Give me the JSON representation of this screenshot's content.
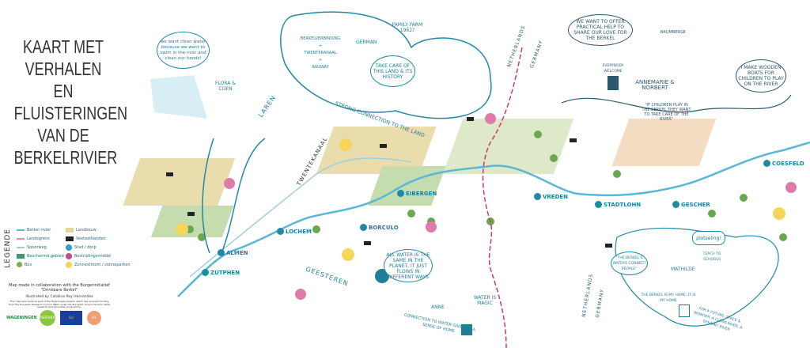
{
  "title": [
    "KAART MET",
    "VERHALEN",
    "EN",
    "FLUISTERINGEN",
    "VAN DE",
    "BERKELRIVIER"
  ],
  "legend": {
    "heading": "LEGENDE",
    "items_left": [
      {
        "label": "Berkel rivier",
        "icon": "river-line",
        "color": "#5bb7d6"
      },
      {
        "label": "Landsgrens",
        "icon": "border-line",
        "color": "#e58aa8"
      },
      {
        "label": "Spoorweg",
        "icon": "railway-line",
        "color": "#9fd0d8"
      },
      {
        "label": "Beschermd gebied",
        "icon": "protected-area",
        "color": "#3a9a6a"
      },
      {
        "label": "Bos",
        "icon": "forest",
        "color": "#7bb04a"
      }
    ],
    "items_right": [
      {
        "label": "Landbouw",
        "icon": "farmland",
        "color": "#e8d79a"
      },
      {
        "label": "Veeteeltlanden",
        "icon": "cows",
        "color": "#222222"
      },
      {
        "label": "Stad / dorp",
        "icon": "town",
        "color": "#2e9fc7"
      },
      {
        "label": "Bestrijdingsmiddel",
        "icon": "pesticide",
        "color": "#c14c8a"
      },
      {
        "label": "Zonnestroom / zonneparken",
        "icon": "sun",
        "color": "#f5d65a"
      }
    ]
  },
  "credits": {
    "collab": "Map made in collaboration with the Burgerinitiatief \"Drinkbare Berkel\"",
    "illustrator": "Illustrated by Catalina Rey Hernández",
    "funding": "This map was made as part of the Riverscapes project, which has received funding from the European Research Council (ERC) under the European Union's Horizon 2020 research and innovation programme.",
    "logos": [
      "WAGENINGEN",
      "RIVERHOOD",
      "EU",
      "erc"
    ]
  },
  "stories": {
    "flora_coen": {
      "quote": "we want clean water because we want to swim in the river and clean our hands!",
      "names": "FLORA & COEN"
    },
    "farm": {
      "names": "GERMAN",
      "family_farm": "FAMILY FARM 1962?",
      "quote": "TAKE CARE OF THIS LAND & ITS HISTORY",
      "caption": "STRONG CONNECTION TO THE LAND",
      "history": [
        "BERKELVERBINDING",
        "+",
        "TWENTEKANAAL",
        "+",
        "RAILWAY"
      ]
    },
    "annemarie_norbert": {
      "quote": "WE WANT TO OFFER PRACTICAL HELP TO SHARE OUR LOVE FOR THE BERKEL",
      "names": "ANNEMARIE & NORBERT",
      "house": "EVERYBODY WELCOME",
      "quote2": "I MAKE WOODEN BOATS FOR CHILDREN TO PLAY ON THE RIVER",
      "quote3": "\"IF CHILDREN PLAY IN THE BERKEL THEY WANT TO TAKE CARE OF THE RIVER\"",
      "place": "BAUMBERGE"
    },
    "anne": {
      "quote": "ALL WATER IS THE SAME IN THE PLANET, IT JUST FLOWS IN DIFFERENT WAYS",
      "name": "ANNE",
      "magic": "WATER IS MAGIC",
      "caption": "CONNECTION TO WATER GIVES ME A SENSE OF HOME"
    },
    "mathilde": {
      "quote": "\"THE BERKEL'S WATERS CONNECT PEOPLE\"",
      "name": "MATHILDE",
      "exclaim": "plotseling!",
      "teach": "TEACH TO SCHOOLS",
      "home": "THE BERKEL IS MY HOME, IT IS MY HOME",
      "future": "FOR A FUTURE: SPACE & WONDER, A CLEAN RIVER, A DYNAMIC RIVER"
    }
  },
  "places": {
    "cities": [
      "ZUTPHEN",
      "ALMEN",
      "LOCHEM",
      "BORCULO",
      "EIBERGEN",
      "VREDEN",
      "STADTLOHN",
      "GESCHER",
      "COESFELD"
    ],
    "waterways": [
      "LAREN",
      "TWENTEKANAAL",
      "GEESTEREN"
    ],
    "border_top": [
      "NETHERLANDS",
      "GERMANY"
    ],
    "border_bottom": [
      "NETHERLANDS",
      "GERMANY"
    ]
  },
  "colors": {
    "river": "#5bb7d6",
    "border": "#d2386c",
    "ink": "#1f7f97",
    "dark_ink": "#2b5a6e",
    "tree": "#6aa84f",
    "field": "#e6d8a0"
  }
}
